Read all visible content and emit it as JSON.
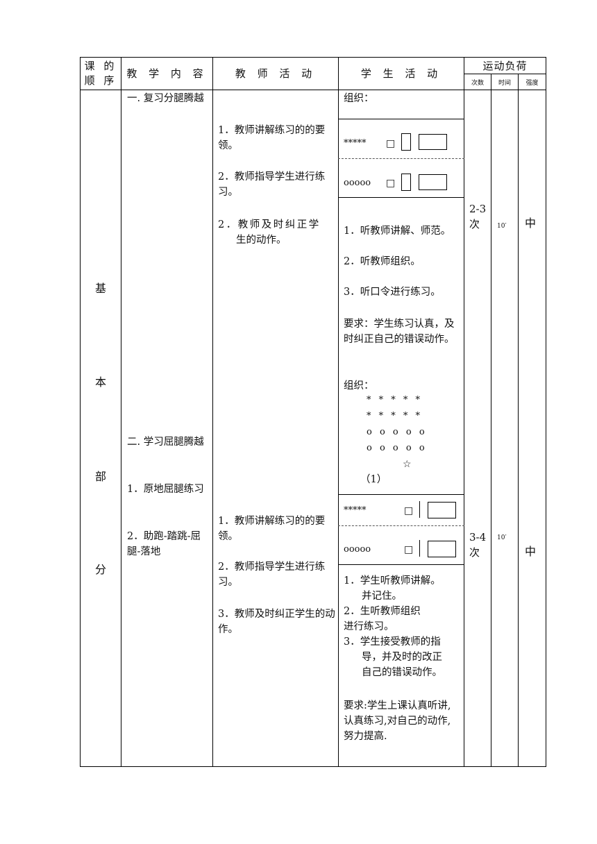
{
  "header": {
    "col1_line1": "课 的",
    "col1_line2": "顺 序",
    "col2": "教 学 内 容",
    "col3": "教 师 活 动",
    "col4": "学 生 活 动",
    "load": "运动负荷",
    "load_sub": [
      "次数",
      "时间",
      "强度"
    ]
  },
  "section": [
    "基",
    "本",
    "部",
    "分"
  ],
  "content": {
    "item1": "一. 复习分腿腾越",
    "item2": "二. 学习屈腿腾越",
    "item2_sub1": "1．原地屈腿练习",
    "item2_sub2": "2．助跑-踏跳-屈腿-落地"
  },
  "teacher": {
    "block1": [
      "1．教师讲解练习的的要领。",
      "2．教师指导学生进行练习。",
      "2．教师及时纠正学",
      "生的动作。"
    ],
    "block2": [
      "1．教师讲解练习的的要领。",
      "2．教师指导学生进行练习。",
      "3．教师及时纠正学生的动作。"
    ]
  },
  "student": {
    "org1": "组织：",
    "row_stars": "*****",
    "row_circles": "ooooo",
    "box_glyph": "□",
    "list1": [
      "1．听教师讲解、师范。",
      "2．听教师组织。",
      "3．听口令进行练习。"
    ],
    "req1": "要求：学生练习认真，及时纠正自己的错误动作。",
    "org2": "组织：",
    "formation": [
      "* * * * *",
      "* * * * *",
      "o o o o o",
      "o o o o o",
      "☆",
      "（1）"
    ],
    "list2_1a": "1．学生听教师讲解。",
    "list2_1b": "并记住。",
    "list2_2a": "2．生听教师组织",
    "list2_2b": "进行练习。",
    "list2_3a": "3．学生接受教师的指",
    "list2_3b": "导，并及时的改正",
    "list2_3c": "自己的错误动作。",
    "req2": "要求:学生上课认真听讲,认真练习,对自己的动作,努力提高."
  },
  "load": {
    "count1": "2-3 次",
    "time1": "10′",
    "intensity1": "中",
    "count2": "3-4 次",
    "time2": "10′",
    "intensity2": "中"
  }
}
